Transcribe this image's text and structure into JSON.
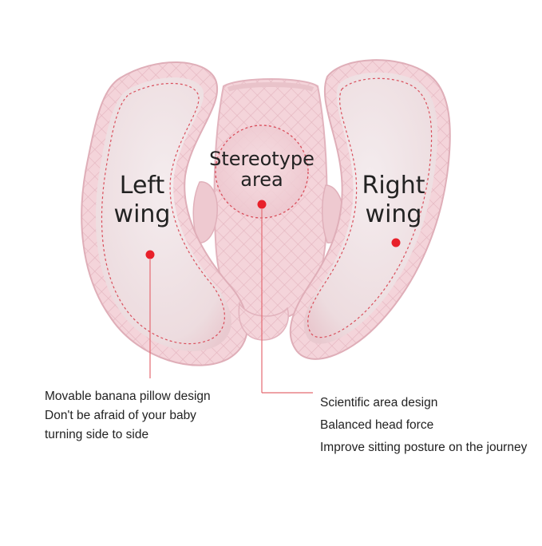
{
  "labels": {
    "left_wing": [
      "Left",
      "wing"
    ],
    "right_wing": [
      "Right",
      "wing"
    ],
    "center": [
      "Stereotype",
      "area"
    ]
  },
  "captions": {
    "left": [
      "Movable banana pillow design",
      "Don't be afraid of your baby",
      "turning side to side"
    ],
    "right": [
      "Scientific area design",
      "Balanced head force",
      "Improve sitting posture on the journey"
    ]
  },
  "colors": {
    "pillow": "#f4d6dc",
    "pillow_shadow": "#e7b9c3",
    "wing_face": "#f1e6e8",
    "dashed_line": "#d94f5c",
    "marker": "#e8202a",
    "leader_line": "#e46a72"
  }
}
